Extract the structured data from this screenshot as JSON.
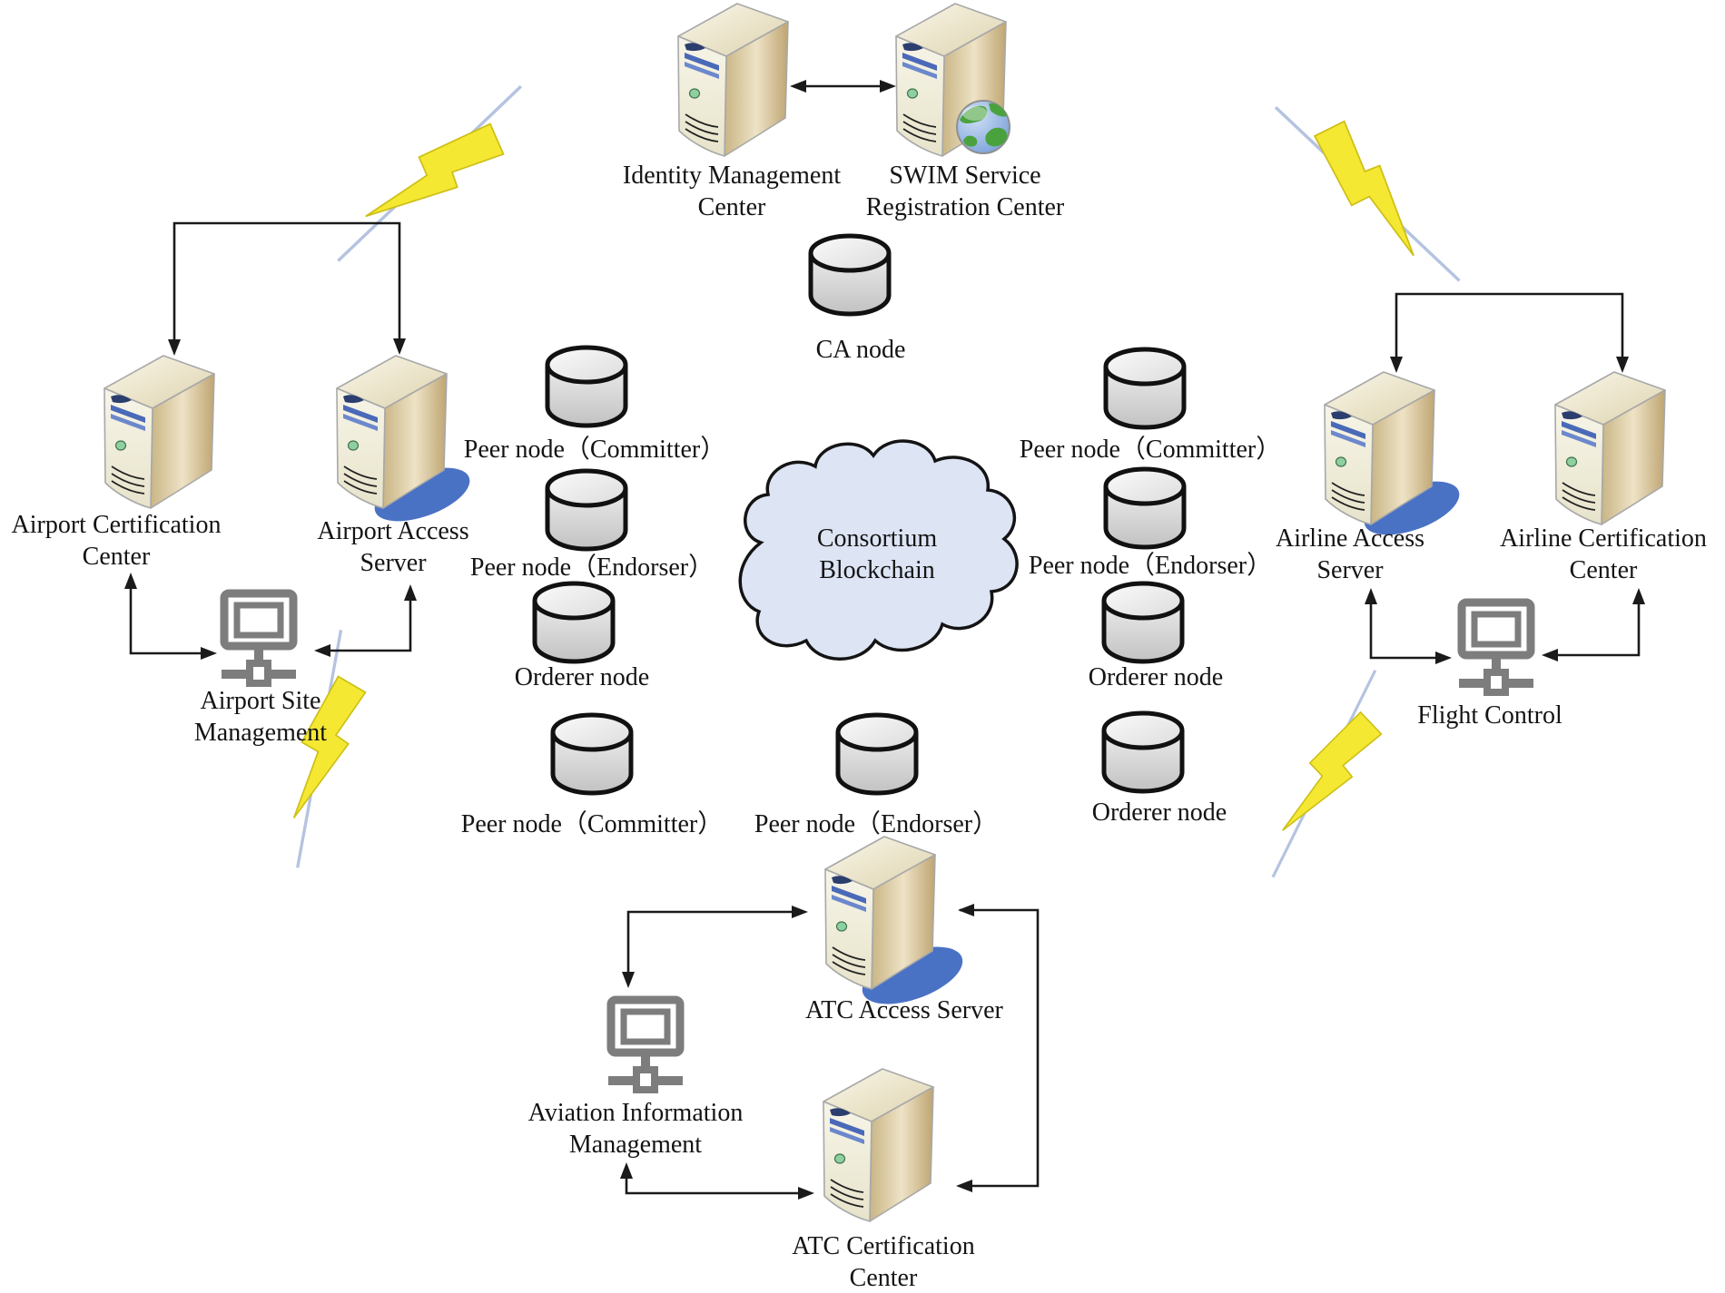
{
  "diagram": {
    "title_hint": "Consortium blockchain architecture diagram",
    "colors": {
      "arrow": "#1a1a1a",
      "lightning_fill": "#f4e832",
      "cloud_fill": "#dde4f4",
      "access_server_shadow": "#4a72c4",
      "workstation_gray": "#7d7d7d",
      "server_front": "#f2efdd",
      "server_side": "#c9b585"
    },
    "icons": {
      "server": "server-tower-icon",
      "database": "database-cylinder-icon",
      "cloud": "cloud-icon",
      "workstation": "computer-network-icon",
      "globe": "globe-icon",
      "lightning": "lightning-bolt-icon"
    },
    "labels": {
      "identity_management": {
        "line1": "Identity Management",
        "line2": "Center"
      },
      "swim_service": {
        "line1": "SWIM Service",
        "line2": "Registration Center"
      },
      "ca_node": {
        "line1": "CA node"
      },
      "cloud": {
        "line1": "Consortium",
        "line2": "Blockchain"
      },
      "peer_committer_left": {
        "line1": "Peer node（Committer）"
      },
      "peer_endorser_left": {
        "line1": "Peer node（Endorser）"
      },
      "orderer_left": {
        "line1": "Orderer node"
      },
      "peer_committer_right": {
        "line1": "Peer node（Committer）"
      },
      "peer_endorser_right": {
        "line1": "Peer node（Endorser）"
      },
      "orderer_right_upper": {
        "line1": "Orderer node"
      },
      "orderer_right_lower": {
        "line1": "Orderer node"
      },
      "peer_committer_bottom": {
        "line1": "Peer node（Committer）"
      },
      "peer_endorser_bottom": {
        "line1": "Peer node（Endorser）"
      },
      "airport_certification": {
        "line1": "Airport Certification",
        "line2": "Center"
      },
      "airport_access": {
        "line1": "Airport Access",
        "line2": "Server"
      },
      "airport_site": {
        "line1": "Airport Site",
        "line2": "Management"
      },
      "airline_access": {
        "line1": "Airline Access",
        "line2": "Server"
      },
      "airline_certification": {
        "line1": "Airline Certification",
        "line2": "Center"
      },
      "flight_control": {
        "line1": "Flight Control"
      },
      "atc_access": {
        "line1": "ATC Access Server"
      },
      "atc_certification": {
        "line1": "ATC Certification",
        "line2": "Center"
      },
      "aviation_information": {
        "line1": "Aviation Information",
        "line2": "Management"
      }
    }
  }
}
